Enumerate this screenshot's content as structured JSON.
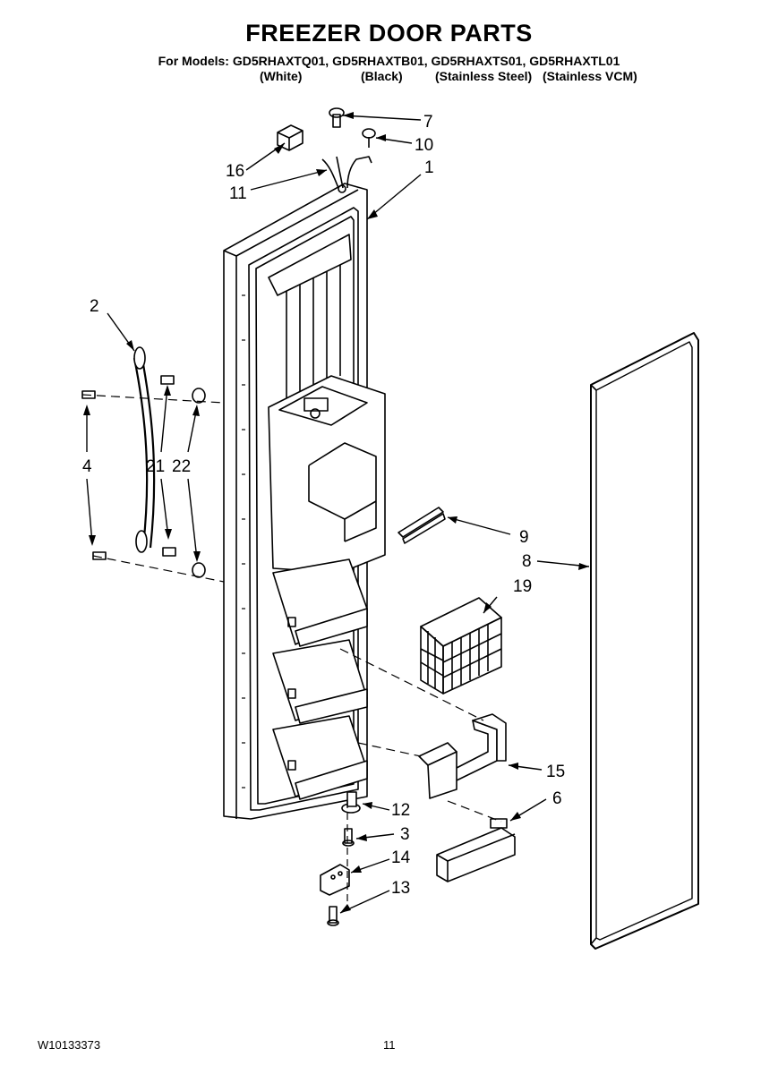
{
  "header": {
    "title": "FREEZER DOOR PARTS",
    "models_line": "For Models: GD5RHAXTQ01, GD5RHAXTB01, GD5RHAXTS01, GD5RHAXTL01",
    "finishes": [
      "(White)",
      "(Black)",
      "(Stainless Steel)",
      "(Stainless VCM)"
    ]
  },
  "callouts": {
    "c1": "1",
    "c2": "2",
    "c3": "3",
    "c4": "4",
    "c6": "6",
    "c7": "7",
    "c8": "8",
    "c9": "9",
    "c10": "10",
    "c11": "11",
    "c12": "12",
    "c13": "13",
    "c14": "14",
    "c15": "15",
    "c16": "16",
    "c19": "19",
    "c21": "21",
    "c22": "22"
  },
  "footer": {
    "doc_number": "W10133373",
    "page_number": "11"
  }
}
